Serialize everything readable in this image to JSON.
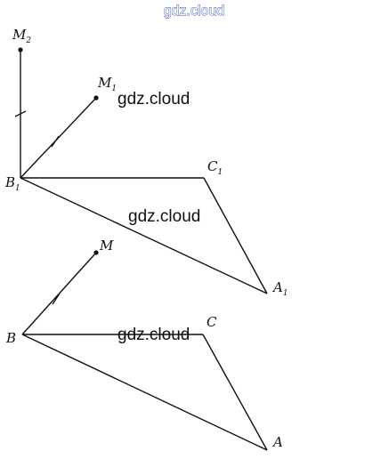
{
  "watermarks": {
    "top": "gdz.cloud",
    "upper_middle": "gdz.cloud",
    "middle": "gdz.cloud",
    "lower_middle": "gdz.cloud"
  },
  "upper_figure": {
    "points": {
      "M2": {
        "main": "M",
        "sub": "2"
      },
      "M1": {
        "main": "M",
        "sub": "1"
      },
      "B1": {
        "main": "B",
        "sub": "1"
      },
      "C1": {
        "main": "C",
        "sub": "1"
      },
      "A1": {
        "main": "A",
        "sub": "1"
      }
    }
  },
  "lower_figure": {
    "points": {
      "M": {
        "main": "M"
      },
      "B": {
        "main": "B"
      },
      "C": {
        "main": "C"
      },
      "A": {
        "main": "A"
      }
    }
  }
}
